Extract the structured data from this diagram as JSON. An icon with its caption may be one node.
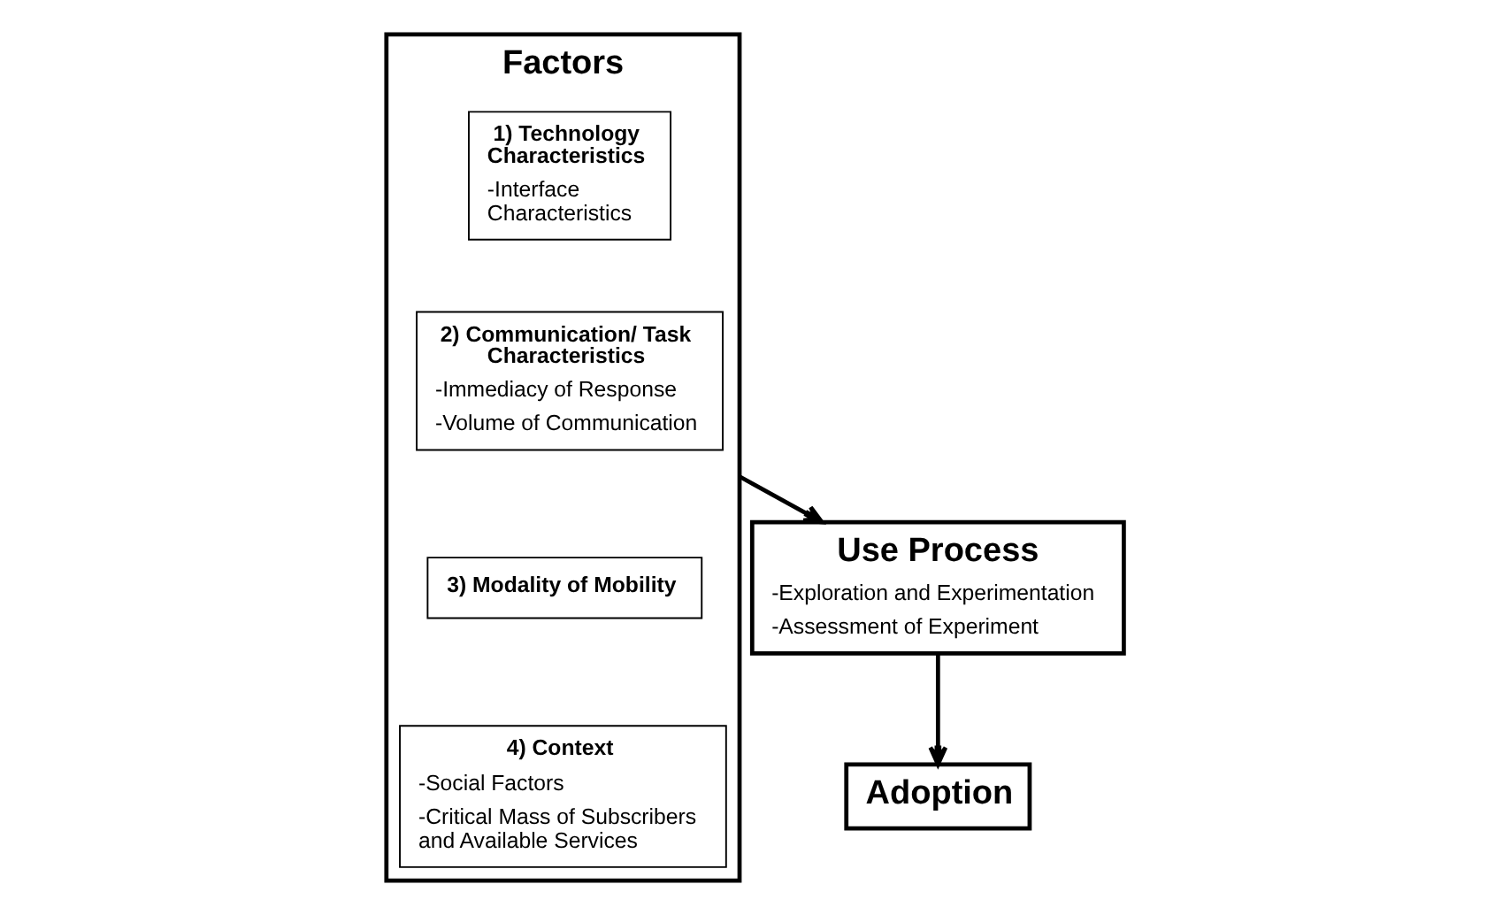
{
  "diagram": {
    "nodes": [
      {
        "text": [
          "Factors"
        ]
      },
      {
        "text": [
          "1) Technology Characteristics",
          "-Interface Characteristics"
        ],
        "in": 0
      },
      {
        "text": [
          "2) Communication/ Task Characteristics",
          "-Immediacy of Response",
          "-Volume of Communication"
        ],
        "in": 0
      },
      {
        "text": [
          "3) Modality of Mobility"
        ],
        "in": 0
      },
      {
        "text": [
          "4) Context",
          "-Social Factors",
          "-Critical Mass of Subscribers and Available Services"
        ],
        "in": 0
      },
      {
        "text": [
          "Use Process",
          "-Exploration and Experimentation",
          "-Assessment of Experiment"
        ]
      },
      {
        "text": [
          "Adoption"
        ]
      }
    ],
    "edges": [
      {
        "from": 0,
        "to": 5,
        "arrow": "to"
      },
      {
        "from": 5,
        "to": 6,
        "arrow": "to"
      }
    ]
  }
}
